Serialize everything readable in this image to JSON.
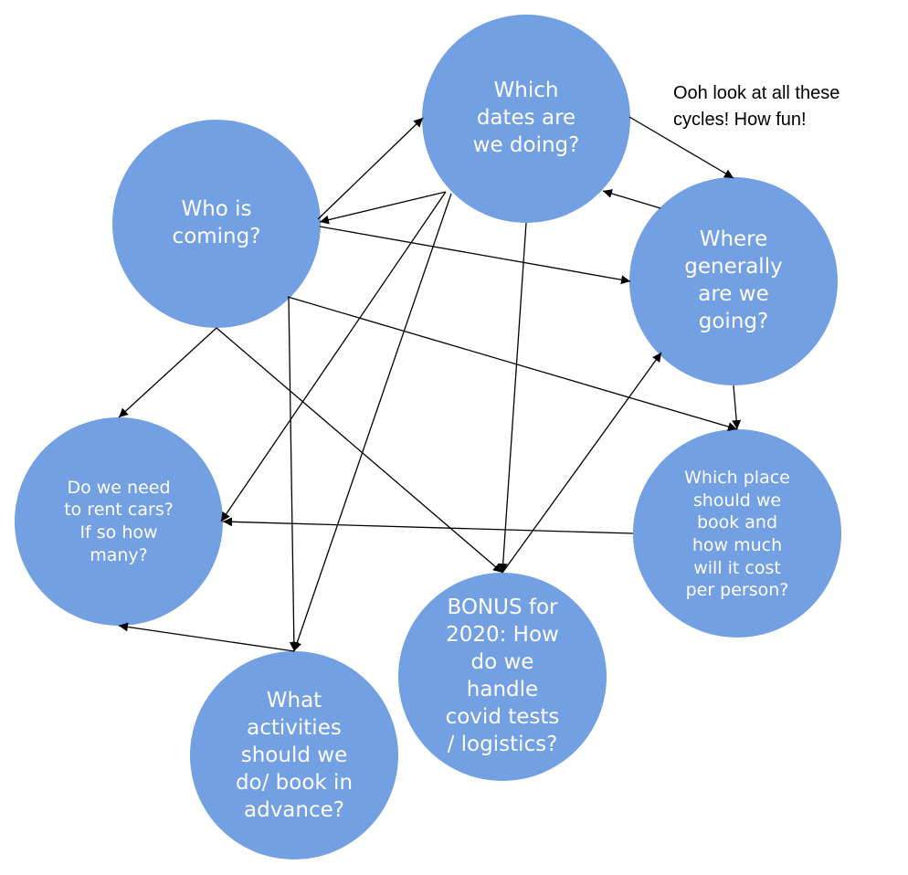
{
  "colors": {
    "node_fill": "#739FE3",
    "edge": "#000000",
    "text": "#ffffff"
  },
  "annotation": "Ooh look at all these\ncycles! How fun!",
  "nodes": {
    "dates": "Which\ndates are\nwe doing?",
    "who": "Who is\ncoming?",
    "where": "Where\ngenerally\nare we\ngoing?",
    "cars": "Do we need\nto rent cars?\nIf so how\nmany?",
    "place": "Which place\nshould we\nbook and\nhow much\nwill it cost\nper person?",
    "bonus": "BONUS for\n2020: How\ndo we\nhandle\ncovid tests\n/ logistics?",
    "activities": "What\nactivities\nshould we\ndo/ book in\nadvance?"
  },
  "edges": [
    [
      "who",
      "dates"
    ],
    [
      "dates",
      "who"
    ],
    [
      "dates",
      "where"
    ],
    [
      "where",
      "dates"
    ],
    [
      "who",
      "where"
    ],
    [
      "who",
      "cars"
    ],
    [
      "who",
      "place"
    ],
    [
      "who",
      "bonus"
    ],
    [
      "who",
      "activities"
    ],
    [
      "dates",
      "cars"
    ],
    [
      "dates",
      "activities"
    ],
    [
      "dates",
      "bonus"
    ],
    [
      "where",
      "place"
    ],
    [
      "place",
      "cars"
    ],
    [
      "activities",
      "cars"
    ],
    [
      "bonus",
      "where"
    ]
  ]
}
